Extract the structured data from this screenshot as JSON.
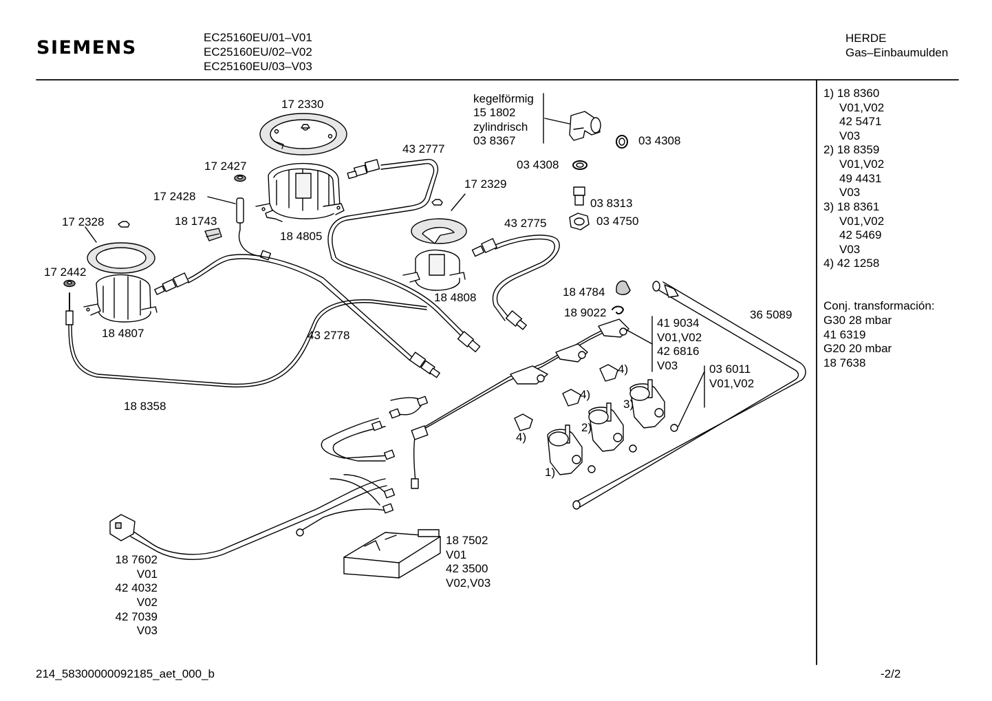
{
  "header": {
    "brand": "SIEMENS",
    "models": [
      "EC25160EU/01–V01",
      "EC25160EU/02–V02",
      "EC25160EU/03–V03"
    ],
    "category": "HERDE",
    "subcategory": "Gas–Einbaumulden"
  },
  "footer": {
    "doc_id": "214_58300000092185_aet_000_b",
    "page": "-2/2"
  },
  "notes": {
    "variants": [
      "1)  18 8360",
      "V01,V02",
      "42 5471",
      "V03",
      "2)  18 8359",
      "V01,V02",
      "49 4431",
      "V03",
      "3)  18 8361",
      "V01,V02",
      "42 5469",
      "V03",
      "4)  42 1258"
    ],
    "conversion": [
      "Conj. transformación:",
      "G30  28 mbar",
      "41 6319",
      "G20  20 mbar",
      "18 7638"
    ]
  },
  "parts": {
    "p172330": "17 2330",
    "p172427": "17 2427",
    "p172428": "17 2428",
    "p181743": "18 1743",
    "p172328": "17 2328",
    "p172442": "17 2442",
    "p184805": "18 4805",
    "p184807": "18 4807",
    "p432777": "43 2777",
    "p172329": "17 2329",
    "p432775": "43 2775",
    "p184808": "18 4808",
    "p432778": "43 2778",
    "p188358": "18 8358",
    "conic": [
      "kegelförmig",
      "15 1802",
      "zylindrisch",
      "03 8367"
    ],
    "p034308a": "03 4308",
    "p034308b": "03 4308",
    "p038313": "03 8313",
    "p034750": "03 4750",
    "p184784": "18 4784",
    "p189022": "18 9022",
    "p365089": "36 5089",
    "thermo": [
      "41 9034",
      "V01,V02",
      "42 6816",
      "V03"
    ],
    "p036011": [
      "03 6011",
      "V01,V02"
    ],
    "igniter": [
      "18 7502",
      "V01",
      "42 3500",
      "V02,V03"
    ],
    "cable": [
      "18 7602",
      "V01",
      "42 4032",
      "V02",
      "42 7039",
      "V03"
    ],
    "ref1": "1)",
    "ref2": "2)",
    "ref3": "3)",
    "ref4a": "4)",
    "ref4b": "4)",
    "ref4c": "4)"
  }
}
